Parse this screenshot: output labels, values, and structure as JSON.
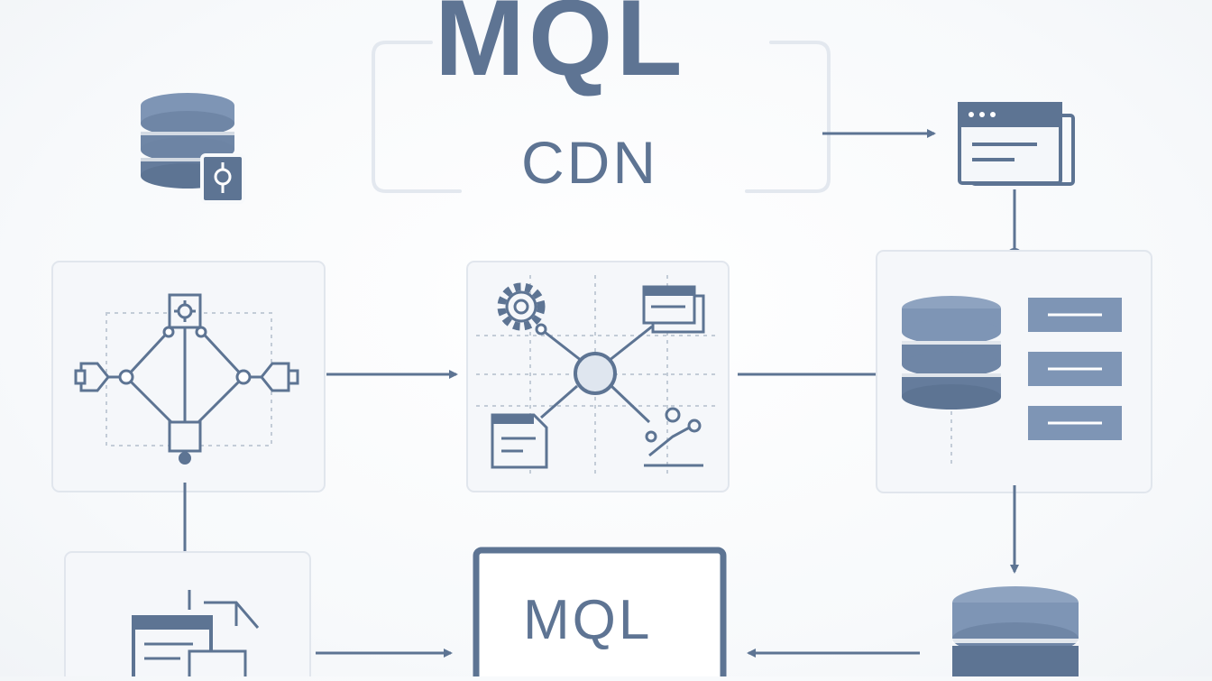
{
  "header": {
    "title": "MQL",
    "subtitle": "CDN"
  },
  "bottom_box": {
    "label": "MQL"
  },
  "colors": {
    "primary": "#5d7493",
    "accent_fill": "#7e95b5",
    "light_fill": "#dfe6ef",
    "frame": "#e3e8ef",
    "dotted": "#c3ccd7"
  },
  "icons": [
    "database-icon",
    "browser-window-icon",
    "network-diagram-icon",
    "gear-icon",
    "document-icon",
    "server-stack-icon",
    "chart-icon"
  ]
}
